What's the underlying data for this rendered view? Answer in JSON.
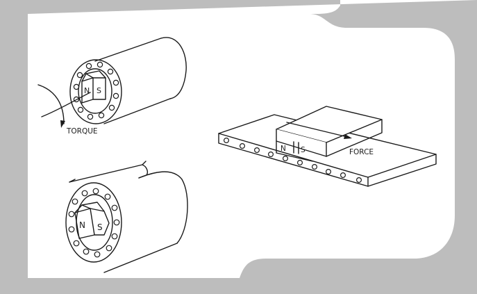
{
  "colors": {
    "frame": "#bdbdbd",
    "panel": "#ffffff",
    "ink": "#1a1a1a"
  },
  "labels": {
    "torque": "TORQUE",
    "force": "FORCE",
    "pole_north": "N",
    "pole_south": "S"
  }
}
